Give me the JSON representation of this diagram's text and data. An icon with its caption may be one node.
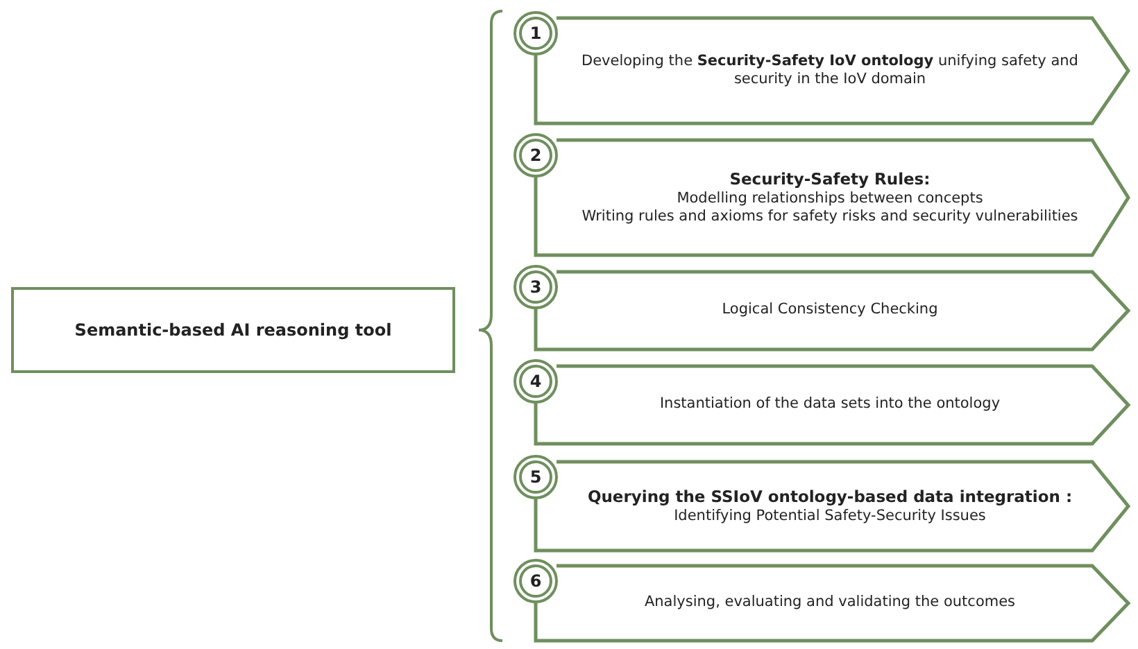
{
  "diagram": {
    "nodes": [
      {
        "text": [
          "Semantic-based AI reasoning tool"
        ]
      },
      {
        "text": [
          "Developing the **Security-Safety IoV ontology** unifying safety and security in the IoV domain"
        ]
      },
      {
        "text": [
          "1"
        ],
        "in": 1
      },
      {
        "text": [
          "Security-Safety Rules:",
          "Modelling relationships between concepts",
          "Writing rules and axioms for safety risks and security vulnerabilities"
        ]
      },
      {
        "text": [
          "2"
        ],
        "in": 3
      },
      {
        "text": [
          "Logical Consistency Checking"
        ]
      },
      {
        "text": [
          "3"
        ],
        "in": 5
      },
      {
        "text": [
          "Instantiation of the data sets into the ontology"
        ]
      },
      {
        "text": [
          "4"
        ],
        "in": 7
      },
      {
        "text": [
          "Querying the SSIoV ontology-based data integration :",
          "Identifying Potential Safety-Security Issues"
        ]
      },
      {
        "text": [
          "5"
        ],
        "in": 9
      },
      {
        "text": [
          "Analysing, evaluating and validating the outcomes"
        ]
      },
      {
        "text": [
          "6"
        ],
        "in": 11
      }
    ],
    "edges": []
  }
}
